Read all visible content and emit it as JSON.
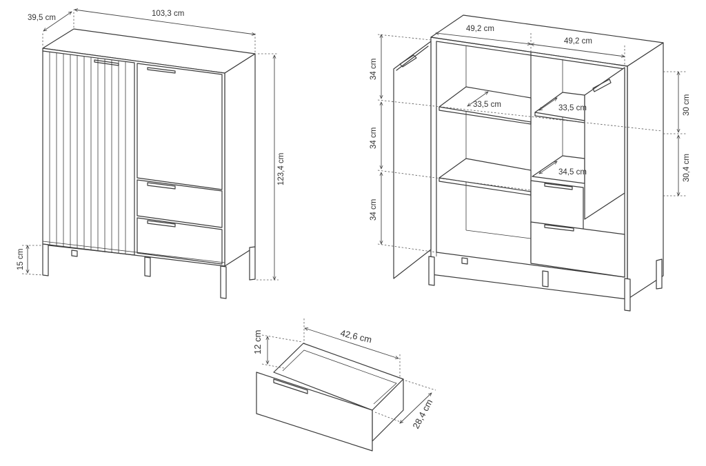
{
  "dimensions": {
    "depth": "39,5 cm",
    "width": "103,3 cm",
    "height": "123,4 cm",
    "leg_height": "15 cm",
    "compartment_width_left": "49,2 cm",
    "compartment_width_right": "49,2 cm",
    "shelf_height_top": "34 cm",
    "shelf_height_middle": "34 cm",
    "shelf_height_bottom": "34 cm",
    "shelf_depth_left_upper": "33,5 cm",
    "shelf_depth_right_upper": "33,5 cm",
    "shelf_depth_right_lower": "34,5 cm",
    "right_upper_height": "30 cm",
    "right_lower_height": "30,4 cm",
    "drawer_width": "42,6 cm",
    "drawer_height": "12 cm",
    "drawer_depth": "28,4 cm"
  },
  "colors": {
    "line": "#3a3a3a",
    "background": "#ffffff"
  }
}
